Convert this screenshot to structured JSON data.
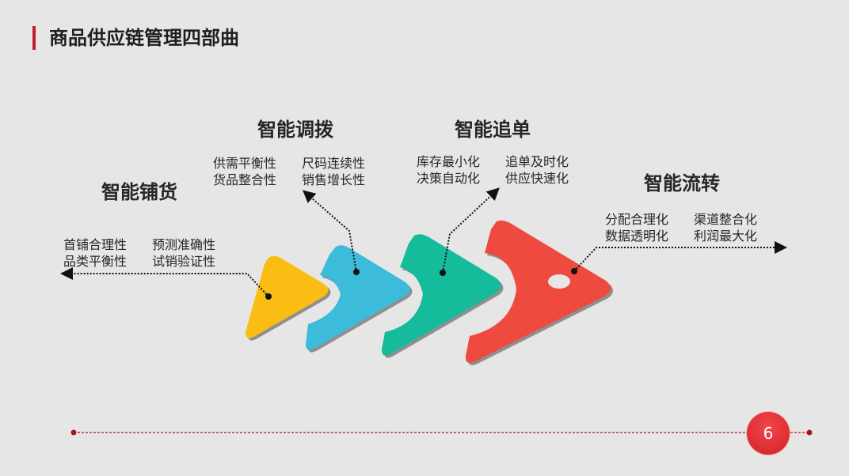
{
  "slide": {
    "title": "商品供应链管理四部曲",
    "page_number": "6",
    "accent_color": "#c0202a"
  },
  "stages": [
    {
      "name": "智能铺货",
      "color": "#fbbd13",
      "features": [
        "首铺合理性",
        "预测准确性",
        "品类平衡性",
        "试销验证性"
      ]
    },
    {
      "name": "智能调拨",
      "color": "#3cbbda",
      "features": [
        "供需平衡性",
        "尺码连续性",
        "货品整合性",
        "销售增长性"
      ]
    },
    {
      "name": "智能追单",
      "color": "#15bb9b",
      "features": [
        "库存最小化",
        "追单及时化",
        "决策自动化",
        "供应快速化"
      ]
    },
    {
      "name": "智能流转",
      "color": "#ee4a40",
      "features": [
        "分配合理化",
        "渠道整合化",
        "数据透明化",
        "利润最大化"
      ]
    }
  ],
  "icons": {
    "arrow_shapes": "chevron-arrow-icon",
    "leader_dot": "dot-marker-icon"
  }
}
